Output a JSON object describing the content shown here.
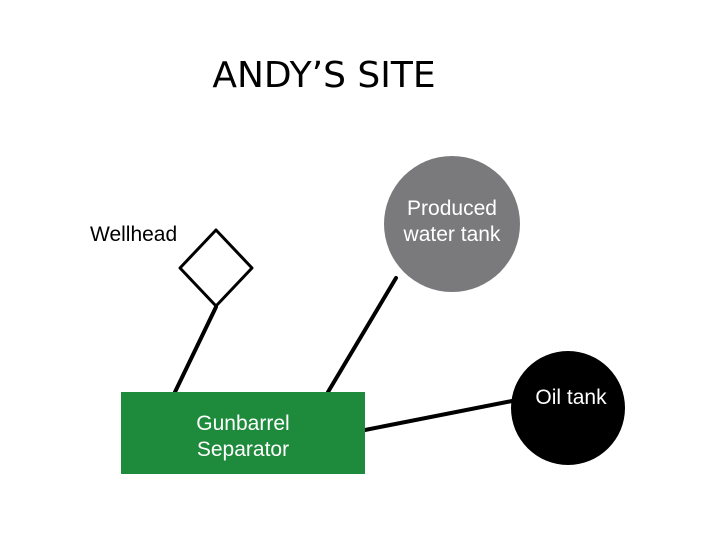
{
  "title": "ANDY’S SITE",
  "nodes": {
    "wellhead": {
      "label": "Wellhead",
      "shape": "diamond"
    },
    "produced_water_tank": {
      "label_lines": [
        "Produced",
        "water tank"
      ],
      "shape": "circle",
      "color": "#7a7a7c"
    },
    "oil_tank": {
      "label": "Oil tank",
      "shape": "circle",
      "color": "#000000"
    },
    "gunbarrel_separator": {
      "label_lines": [
        "Gunbarrel",
        "Separator"
      ],
      "shape": "rectangle",
      "color": "#1e8a3c"
    }
  },
  "connections": [
    {
      "from": "wellhead",
      "to": "gunbarrel_separator"
    },
    {
      "from": "produced_water_tank",
      "to": "gunbarrel_separator"
    },
    {
      "from": "gunbarrel_separator",
      "to": "oil_tank"
    }
  ]
}
